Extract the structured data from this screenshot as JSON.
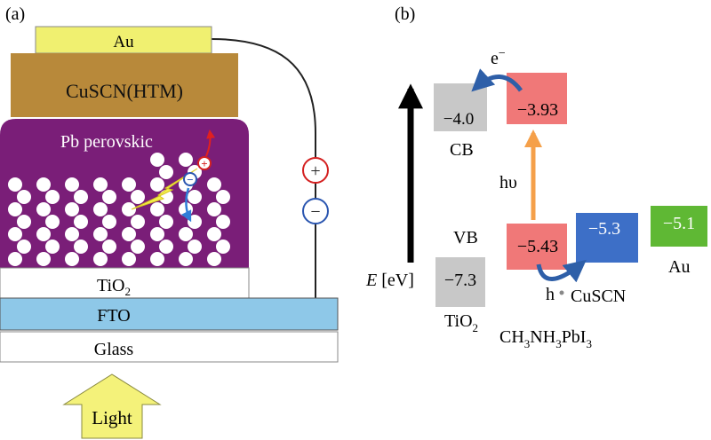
{
  "panel_a": {
    "label": "(a)",
    "layers": {
      "au": "Au",
      "cuscn": "CuSCN(HTM)",
      "perovskite": "Pb perovskic",
      "tio2_main": "TiO",
      "tio2_sub": "2",
      "fto": "FTO",
      "glass": "Glass"
    },
    "light_label": "Light",
    "terminal_plus": "+",
    "terminal_minus": "−",
    "carrier_plus": "+",
    "carrier_minus": "−"
  },
  "panel_b": {
    "label": "(b)",
    "axis_label_e": "E",
    "axis_label_unit": "[eV]",
    "cb_label": "CB",
    "vb_label": "VB",
    "electron_main": "e",
    "electron_sup": "−",
    "photon_label": "hυ",
    "hole_label": "h",
    "levels": {
      "tio2_cb": "−4.0",
      "pero_cb": "−3.93",
      "pero_vb": "−5.43",
      "cuscn": "−5.3",
      "au": "−5.1",
      "tio2_vb": "−7.3"
    },
    "materials": {
      "tio2_main": "TiO",
      "tio2_sub": "2",
      "pero_p1": "CH",
      "pero_s1": "3",
      "pero_p2": "NH",
      "pero_s2": "3",
      "pero_p3": "PbI",
      "pero_s3": "3",
      "cuscn": "CuSCN",
      "au": "Au"
    },
    "colors": {
      "gray_box": "#c8c8c8",
      "red_box": "#f07878",
      "blue_box": "#3d6fc7",
      "green_box": "#5fb834",
      "arrow_blue": "#2e5fa8",
      "arrow_orange": "#f5a04a"
    }
  },
  "colors": {
    "au": "#f0f070",
    "cuscn": "#b8893a",
    "perovskite": "#7a1e78",
    "fto": "#8ec8e8",
    "light_arrow": "#f4f27a",
    "plus_ring": "#d42020",
    "minus_ring": "#2b56b0"
  }
}
